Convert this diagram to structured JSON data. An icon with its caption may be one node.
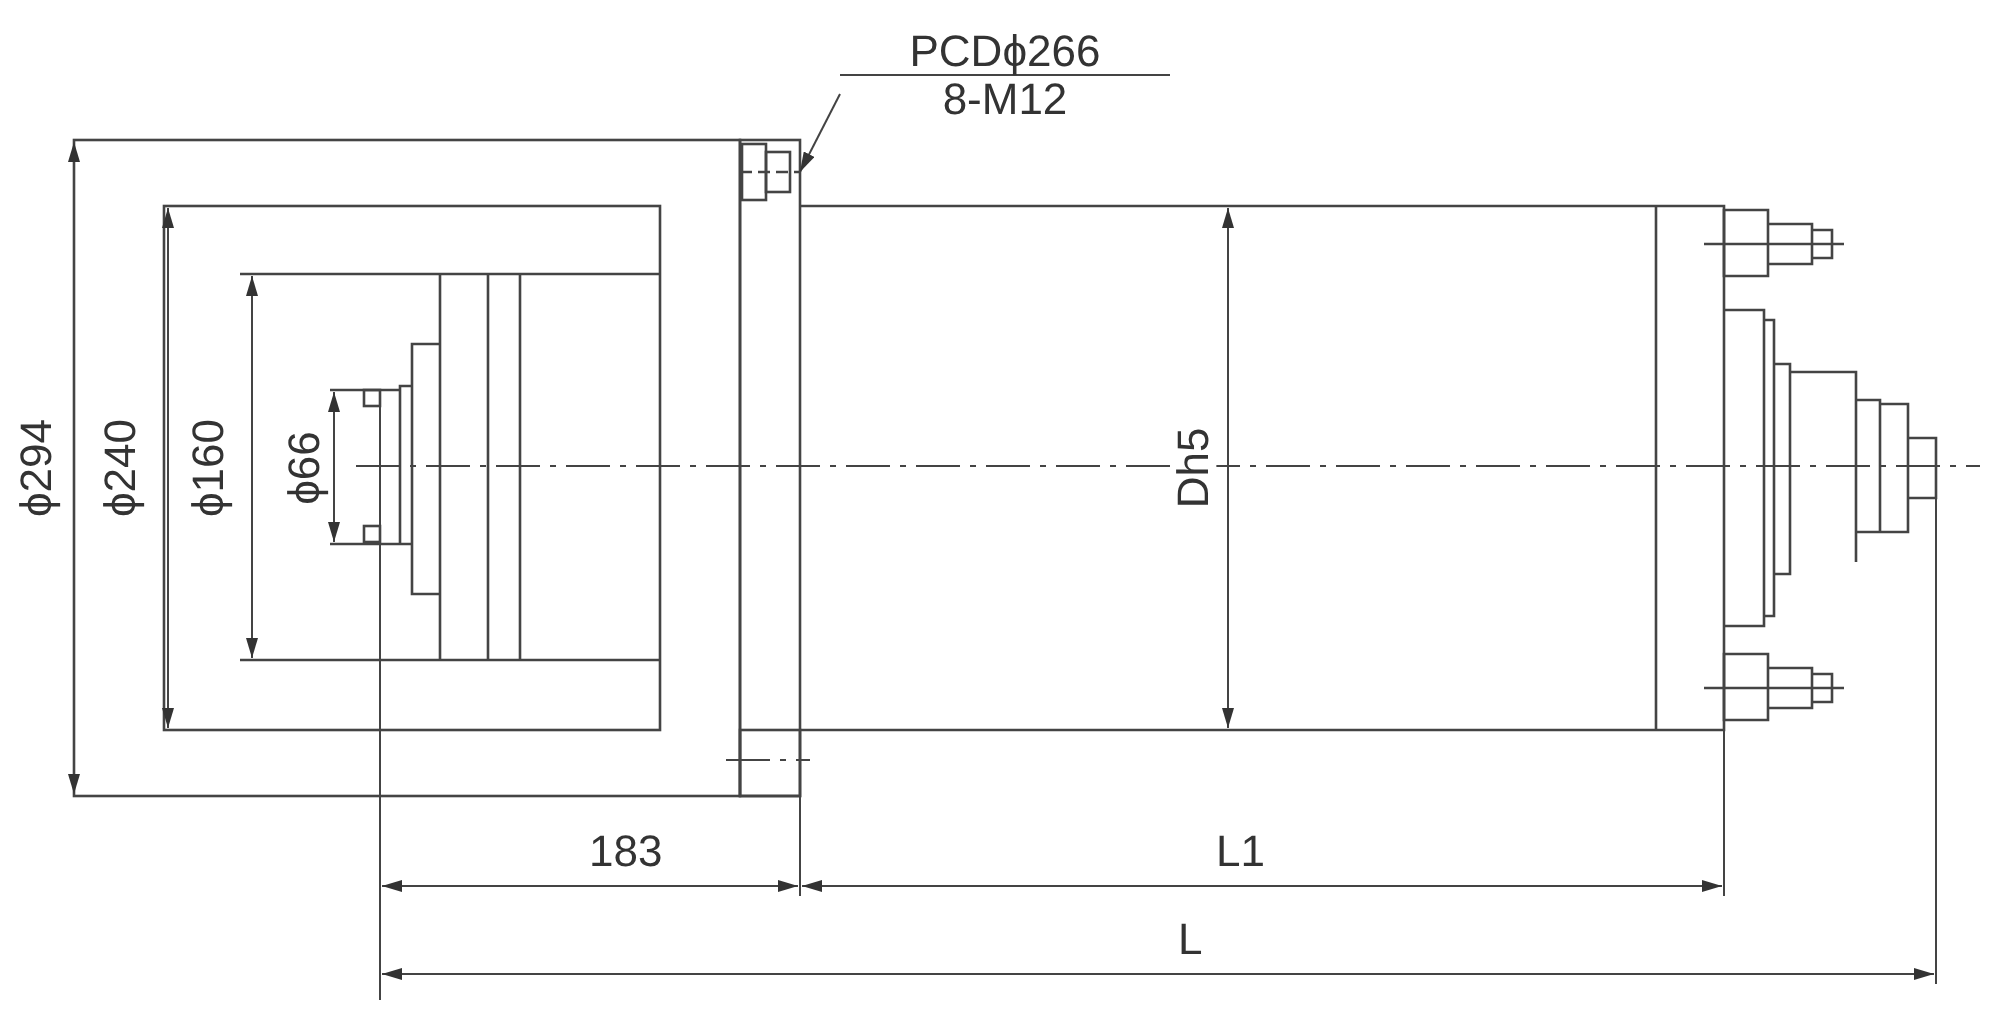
{
  "diagram": {
    "nodes": [
      {
        "text": [
          "PCDϕ266",
          "8-M12"
        ]
      },
      {
        "text": [],
        "shape": "box"
      }
    ],
    "edges": [
      {
        "from": 0,
        "to": 1,
        "arrow": "to"
      }
    ],
    "labels": [
      "ϕ294",
      "ϕ240",
      "ϕ160",
      "ϕ66",
      "Dh5",
      "183",
      "L1",
      "L"
    ]
  }
}
